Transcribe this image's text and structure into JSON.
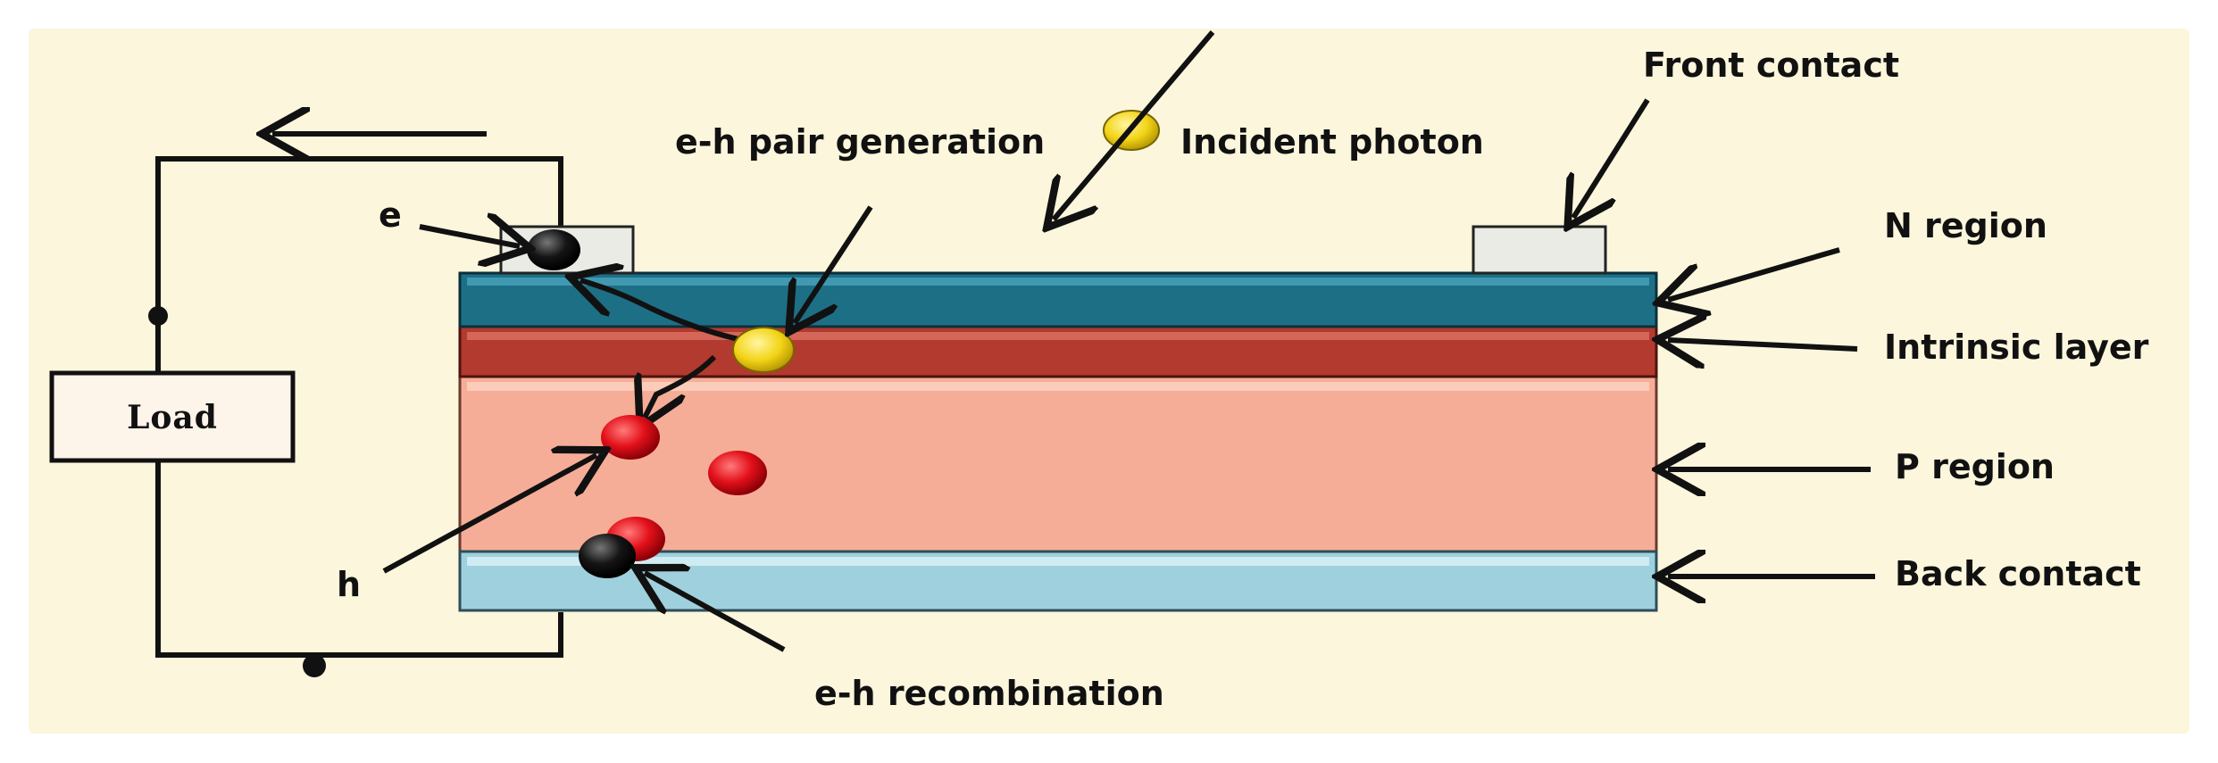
{
  "labels": {
    "front_contact": "Front contact",
    "incident_photon": "Incident photon",
    "pair_generation": "e-h pair generation",
    "n_region": "N region",
    "intrinsic_layer": "Intrinsic layer",
    "p_region": "P region",
    "back_contact": "Back contact",
    "recombination": "e-h recombination",
    "electron": "e",
    "hole": "h",
    "load": "Load"
  },
  "colors": {
    "background": "#fbf6dc",
    "n_region": "#1d6f86",
    "intrinsic_layer": "#b23a2e",
    "p_region": "#f6ad97",
    "back_contact": "#9fd0de",
    "contact_pad": "#e9ebe4",
    "photon": "#f2d417",
    "hole": "#e3101a",
    "electron": "#111111"
  }
}
